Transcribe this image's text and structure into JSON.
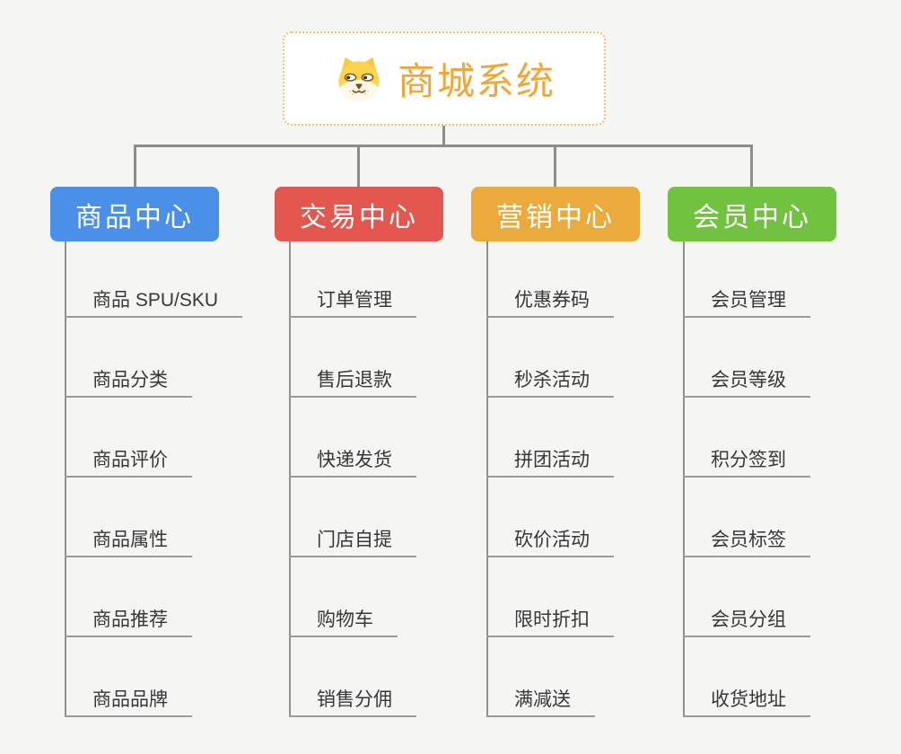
{
  "root": {
    "title": "商城系统",
    "icon": "shiba-dog-icon"
  },
  "branches": [
    {
      "label": "商品中心",
      "color": "#4A90E8",
      "items": [
        "商品 SPU/SKU",
        "商品分类",
        "商品评价",
        "商品属性",
        "商品推荐",
        "商品品牌"
      ]
    },
    {
      "label": "交易中心",
      "color": "#E4574F",
      "items": [
        "订单管理",
        "售后退款",
        "快递发货",
        "门店自提",
        "购物车",
        "销售分佣"
      ]
    },
    {
      "label": "营销中心",
      "color": "#ECAA3C",
      "items": [
        "优惠券码",
        "秒杀活动",
        "拼团活动",
        "砍价活动",
        "限时折扣",
        "满减送"
      ]
    },
    {
      "label": "会员中心",
      "color": "#71C23F",
      "items": [
        "会员管理",
        "会员等级",
        "积分签到",
        "会员标签",
        "会员分组",
        "收货地址"
      ]
    }
  ],
  "colors": {
    "background": "#F5F5F4",
    "connector": "#8C8C8C",
    "underline": "#9B9B9B",
    "root_accent": "#F0A638",
    "root_border": "#F6BE67",
    "item_text": "#373737"
  }
}
